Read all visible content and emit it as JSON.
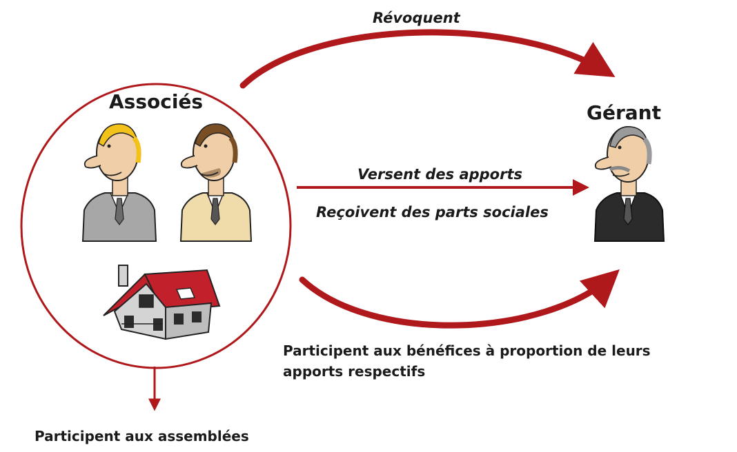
{
  "colors": {
    "arrow": "#b0191c",
    "circle": "#b0191c",
    "roof": "#c2202b",
    "hair_blond": "#f2c21a",
    "hair_brown": "#7a4e25",
    "hair_grey": "#9a9a9a",
    "skin": "#f0cfa8",
    "suit_grey": "#a7a7a7",
    "suit_beige": "#efdcaa",
    "suit_black": "#2b2b2b",
    "wall": "#d4d4d4"
  },
  "labels": {
    "revoquent": "Révoquent",
    "associes": "Associés",
    "gerant": "Gérant",
    "versent": "Versent des apports",
    "recoivent": "Reçoivent des parts sociales",
    "benefices_line1": "Participent aux bénéfices à proportion de leurs",
    "benefices_line2": "apports respectifs",
    "assemblees": "Participent aux assemblées"
  },
  "icons": [
    "associate-blond-icon",
    "associate-brown-icon",
    "house-icon",
    "manager-icon"
  ]
}
